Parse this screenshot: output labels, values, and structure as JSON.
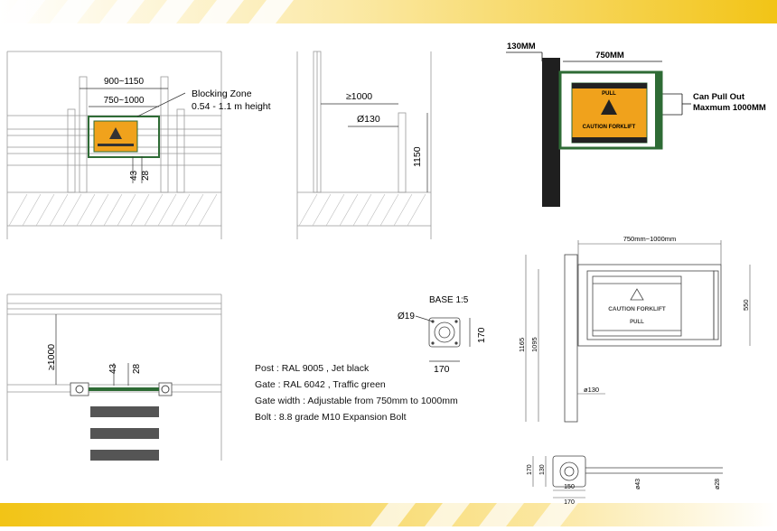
{
  "colors": {
    "accent_yellow": "#f2c416",
    "gate_green": "#2e6b35",
    "post_black": "#1f1f1f",
    "sign_orange": "#f0a21c",
    "line_gray": "#888888"
  },
  "front_view": {
    "overall_width": "900~1150",
    "gate_width": "750~1000",
    "blocking_zone_label": "Blocking  Zone",
    "blocking_zone_height": "0.54 - 1.1 m height",
    "dim_43": "43",
    "dim_28": "28"
  },
  "side_view": {
    "clearance": "≥1000",
    "post_diameter": "Ø130",
    "post_height": "1150"
  },
  "plan_view": {
    "clearance": "≥1000",
    "dim_43": "43",
    "dim_28": "28"
  },
  "base_detail": {
    "title": "BASE 1:5",
    "hole_diameter": "Ø19",
    "width": "170",
    "height": "170"
  },
  "specs": {
    "post": "Post : RAL 9005 , Jet black",
    "gate": "Gate : RAL 6042 , Traffic green",
    "gate_width": "Gate width : Adjustable from 750mm to 1000mm",
    "bolt": "Bolt :  8.8 grade M10 Expansion Bolt"
  },
  "product_photo": {
    "post_width": "130MM",
    "gate_width": "750MM",
    "pull_out_line1": "Can Pull Out",
    "pull_out_line2": "Maxmum 1000MM",
    "sign_pull": "PULL",
    "sign_caution": "CAUTION FORKLIFT"
  },
  "elevation_drawing": {
    "gate_range": "750mm~1000mm",
    "gate_height": "550",
    "total_height": "1165",
    "post_height": "1095",
    "post_diameter": "ø130",
    "sign_caution": "CAUTION FORKLIFT",
    "sign_pull": "PULL"
  },
  "plan_drawing": {
    "dim_170": "170",
    "dim_130": "130",
    "dim_150": "150",
    "dim_43": "ø43",
    "dim_28": "ø28"
  }
}
